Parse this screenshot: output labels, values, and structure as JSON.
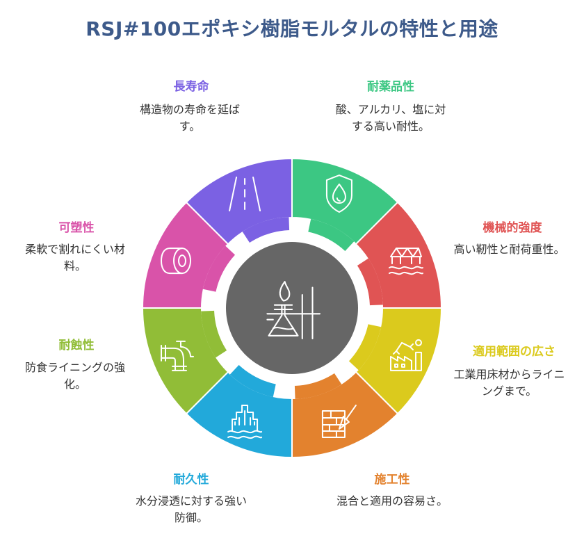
{
  "title": "RSJ#100エポキシ樹脂モルタルの特性と用途",
  "segments": [
    {
      "key": "chemical",
      "title": "耐薬品性",
      "desc": "酸、アルカリ、塩に対する高い耐性。",
      "color": "#3cc783",
      "icon": "water-drop-shield-icon"
    },
    {
      "key": "mechanical",
      "title": "機械的強度",
      "desc": "高い靭性と耐荷重性。",
      "color": "#e05454",
      "icon": "bridge-icon"
    },
    {
      "key": "applications",
      "title": "適用範囲の広さ",
      "desc": "工業用床材からライニングまで。",
      "color": "#dbca1d",
      "icon": "factory-robot-icon"
    },
    {
      "key": "workability",
      "title": "施工性",
      "desc": "混合と適用の容易さ。",
      "color": "#e3822e",
      "icon": "brick-trowel-icon"
    },
    {
      "key": "durability",
      "title": "耐久性",
      "desc": "水分浸透に対する強い防御。",
      "color": "#22a9da",
      "icon": "building-water-icon"
    },
    {
      "key": "corrosion",
      "title": "耐蝕性",
      "desc": "防食ライニングの強化。",
      "color": "#91bd37",
      "icon": "pipe-icon"
    },
    {
      "key": "plasticity",
      "title": "可塑性",
      "desc": "柔軟で割れにくい材料。",
      "color": "#d953a9",
      "icon": "tape-roll-icon"
    },
    {
      "key": "longevity",
      "title": "長寿命",
      "desc": "構造物の寿命を延ばす。",
      "color": "#7b61e3",
      "icon": "road-icon"
    }
  ],
  "center": {
    "color": "#666666",
    "icon": "flask-burner-icon"
  }
}
